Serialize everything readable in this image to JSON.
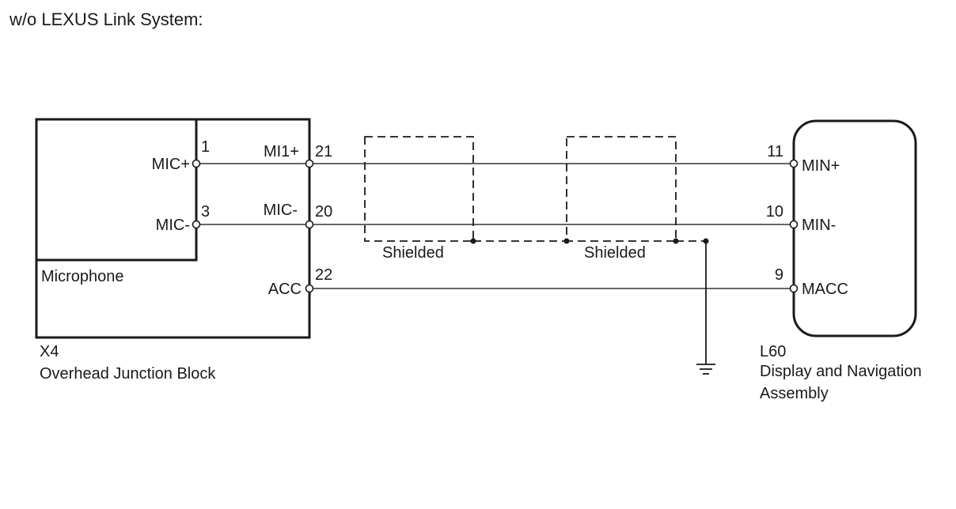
{
  "title": "w/o LEXUS Link System:",
  "components": {
    "junction_block": {
      "id": "X4",
      "name": "Overhead Junction Block"
    },
    "microphone": {
      "name": "Microphone"
    },
    "display": {
      "id": "L60",
      "name_line1": "Display and Navigation",
      "name_line2": "Assembly"
    }
  },
  "microphone_pins": [
    {
      "label": "MIC+",
      "number": "1"
    },
    {
      "label": "MIC-",
      "number": "3"
    }
  ],
  "junction_pins": [
    {
      "label": "MI1+",
      "number": "21"
    },
    {
      "label": "MIC-",
      "number": "20"
    },
    {
      "label": "ACC",
      "number": "22"
    }
  ],
  "display_pins": [
    {
      "label": "MIN+",
      "number": "11"
    },
    {
      "label": "MIN-",
      "number": "10"
    },
    {
      "label": "MACC",
      "number": "9"
    }
  ],
  "shields": [
    {
      "label": "Shielded"
    },
    {
      "label": "Shielded"
    }
  ],
  "colors": {
    "line": "#1a1a1a",
    "background": "#ffffff"
  }
}
